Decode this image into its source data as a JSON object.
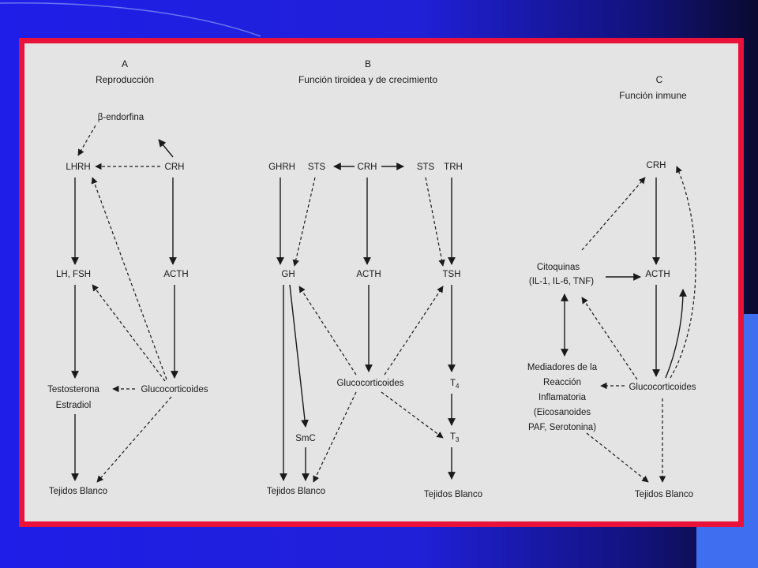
{
  "panels": {
    "a": {
      "letter": "A",
      "title": "Reproducción",
      "nodes": {
        "endorfina": "β-endorfina",
        "lhrh": "LHRH",
        "crh": "CRH",
        "lh_fsh": "LH, FSH",
        "acth": "ACTH",
        "testosterona": "Testosterona",
        "estradiol": "Estradiol",
        "glucocorticoides": "Glucocorticoides",
        "tejidos": "Tejidos Blanco"
      }
    },
    "b": {
      "letter": "B",
      "title": "Función tiroidea y de crecimiento",
      "nodes": {
        "ghrh": "GHRH",
        "sts_left": "STS",
        "crh": "CRH",
        "sts_right": "STS",
        "trh": "TRH",
        "gh": "GH",
        "acth": "ACTH",
        "tsh": "TSH",
        "glucocorticoides": "Glucocorticoides",
        "t4": "T",
        "t4_sub": "4",
        "t3": "T",
        "t3_sub": "3",
        "smc": "SmC",
        "tejidos_left": "Tejidos Blanco",
        "tejidos_right": "Tejidos Blanco"
      }
    },
    "c": {
      "letter": "C",
      "title": "Función inmune",
      "nodes": {
        "crh": "CRH",
        "citoquinas": "Citoquinas",
        "citoquinas_list": "(IL-1, IL-6, TNF)",
        "acth": "ACTH",
        "mediadores_1": "Mediadores de la",
        "mediadores_2": "Reacción",
        "mediadores_3": "Inflamatoria",
        "mediadores_4": "(Eicosanoides",
        "mediadores_5": "PAF, Serotonina)",
        "glucocorticoides": "Glucocorticoides",
        "tejidos": "Tejidos Blanco"
      }
    }
  },
  "colors": {
    "frame_border": "#e8123a",
    "background": "#1e1ee8",
    "accent_block": "#3f6ff0"
  }
}
